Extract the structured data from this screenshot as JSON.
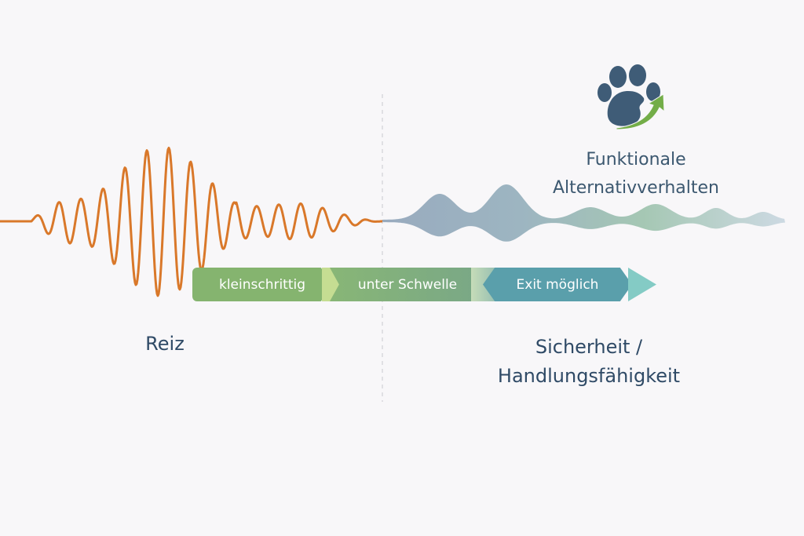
{
  "labels": {
    "left": "Reiz",
    "right_line1": "Sicherheit /",
    "right_line2": "Handlungsfähigkeit",
    "top_line1": "Funktionale",
    "top_line2": "Alternativverhalten"
  },
  "steps": [
    {
      "label": "kleinschrittig",
      "color": "#85b46f"
    },
    {
      "label": "unter Schwelle",
      "color": "#82ad7b"
    },
    {
      "label": "Exit möglich",
      "color": "#5a9fab"
    }
  ],
  "colors": {
    "stimulus_wave": "#d9782a",
    "paw": "#3f5c77",
    "arrow": "#73ad48",
    "arrowhead": "#84cbc5"
  },
  "icons": {
    "logo": "paw-with-arrow-icon"
  }
}
